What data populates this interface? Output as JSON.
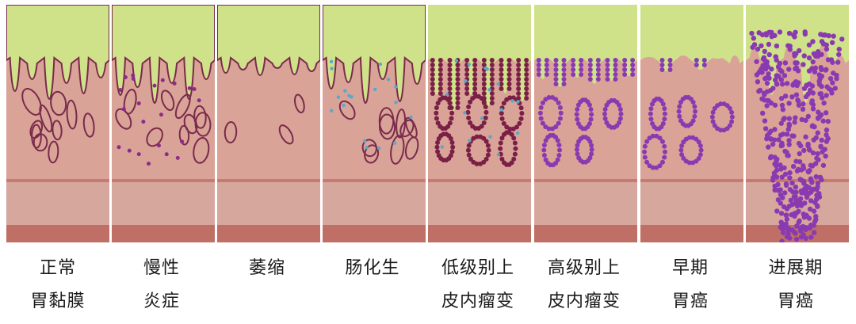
{
  "stages": [
    {
      "line1": "正常",
      "line2": "胃黏膜"
    },
    {
      "line1": "慢性",
      "line2": "炎症"
    },
    {
      "line1": "萎缩",
      "line2": ""
    },
    {
      "line1": "肠化生",
      "line2": ""
    },
    {
      "line1": "低级别上",
      "line2": "皮内瘤变"
    },
    {
      "line1": "高级别上",
      "line2": "皮内瘤变"
    },
    {
      "line1": "早期",
      "line2": "胃癌"
    },
    {
      "line1": "进展期",
      "line2": "胃癌"
    }
  ],
  "colors": {
    "lumen": "#cfe28a",
    "mucosa": "#d9a398",
    "submucosa": "#d6a79d",
    "muscularis_mucosae": "#c77a70",
    "muscularis": "#bf6f66",
    "gland_outline": "#7a2a4a",
    "inflammatory_cell": "#8e2a8a",
    "goblet_cell": "#5aa8c8",
    "dysplasia_low": "#7a1f45",
    "dysplasia_high": "#8a3ab0",
    "cancer": "#8a3ab0"
  }
}
